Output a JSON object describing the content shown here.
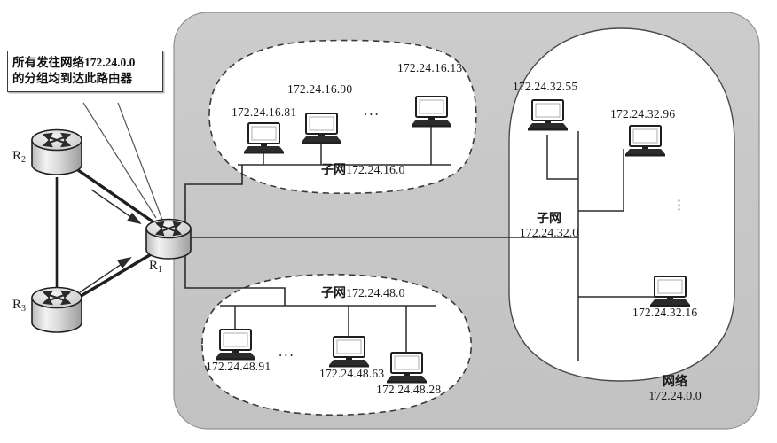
{
  "figure": {
    "network": {
      "title": "网络",
      "address": "172.24.0.0"
    },
    "callout": {
      "line1_prefix": "所有发往网络",
      "line1_ip": "172.24.0.0",
      "line2": "的分组均到达此路由器"
    },
    "routers": [
      {
        "id": "R1",
        "label": "R",
        "sub": "1"
      },
      {
        "id": "R2",
        "label": "R",
        "sub": "2"
      },
      {
        "id": "R3",
        "label": "R",
        "sub": "3"
      }
    ],
    "subnets": [
      {
        "id": "subnet-16",
        "name_prefix": "子网",
        "name_ip": "172.24.16.0",
        "orientation": "horizontal",
        "hosts": [
          "172.24.16.81",
          "172.24.16.90",
          "172.24.16.13"
        ],
        "ellipsis": "..."
      },
      {
        "id": "subnet-32",
        "name_prefix": "子网",
        "name_ip": "172.24.32.0",
        "orientation": "vertical",
        "hosts": [
          "172.24.32.55",
          "172.24.32.96",
          "172.24.32.16"
        ],
        "ellipsis": "⋮"
      },
      {
        "id": "subnet-48",
        "name_prefix": "子网",
        "name_ip": "172.24.48.0",
        "orientation": "horizontal",
        "hosts": [
          "172.24.48.91",
          "172.24.48.63",
          "172.24.48.28"
        ],
        "ellipsis": "..."
      }
    ],
    "colors": {
      "network_fill": "#c9c9c9",
      "subnet_fill": "#ffffff",
      "line": "#2b2b2b",
      "text": "#111111"
    }
  }
}
